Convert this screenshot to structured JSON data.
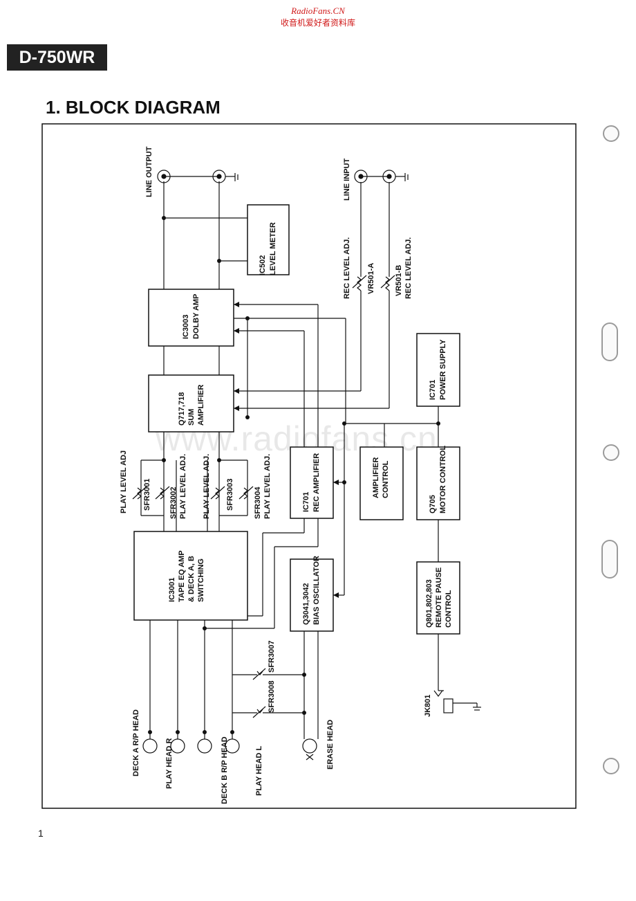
{
  "header": {
    "site": "RadioFans.CN",
    "site_cn": "收音机爱好者资料库"
  },
  "model": "D-750WR",
  "title": "1. BLOCK DIAGRAM",
  "page_number": "1",
  "watermark": "www.radiofans.cn",
  "blocks": {
    "ic502": [
      "IC502",
      "LEVEL METER"
    ],
    "ic3003": [
      "IC3003",
      "DOLBY AMP"
    ],
    "q717": [
      "Q717,718",
      "SUM",
      "AMPLIFIER"
    ],
    "ic701_rec": [
      "IC701",
      "REC AMPLIFIER"
    ],
    "amp_ctrl": [
      "AMPLIFIER",
      "CONTROL"
    ],
    "q705": [
      "Q705",
      "MOTOR CONTROL"
    ],
    "ic701_ps": [
      "IC701",
      "POWER SUPPLY"
    ],
    "ic3001": [
      "IC3001",
      "TAPE EQ AMP",
      "& DECK A, B",
      "SWITCHING"
    ],
    "q3041": [
      "Q3041,3042",
      "BIAS OSCILLATOR"
    ],
    "q801": [
      "Q801,802,803",
      "REMOTE PAUSE",
      "CONTROL"
    ]
  },
  "labels": {
    "line_output": "LINE OUTPUT",
    "line_input": "LINE INPUT",
    "rec_level_adj": "REC LEVEL ADJ.",
    "vr501a": "VR501-A",
    "vr501b": "VR501-B",
    "rec_level_adj_b": "REC LEVEL ADJ.",
    "sfr3001": "SFR3001",
    "play_level_adj1": "PLAY LEVEL ADJ",
    "sfr3002": "SFR3002",
    "play_level_adj2": "PLAY LEVEL ADJ.",
    "play_level_adj3": "PLAY LEVEL ADJ.",
    "sfr3003": "SFR3003",
    "sfr3004": "SFR3004",
    "play_level_adj4": "PLAY LEVEL ADJ.",
    "sfr3007": "SFR3007",
    "sfr3008": "SFR3008",
    "deck_a_head": "DECK A R/P HEAD",
    "play_head_r": "PLAY HEAD R",
    "deck_b_head": "DECK B R/P HEAD",
    "play_head_l": "PLAY HEAD L",
    "erase_head": "ERASE HEAD",
    "jk801": "JK801"
  }
}
